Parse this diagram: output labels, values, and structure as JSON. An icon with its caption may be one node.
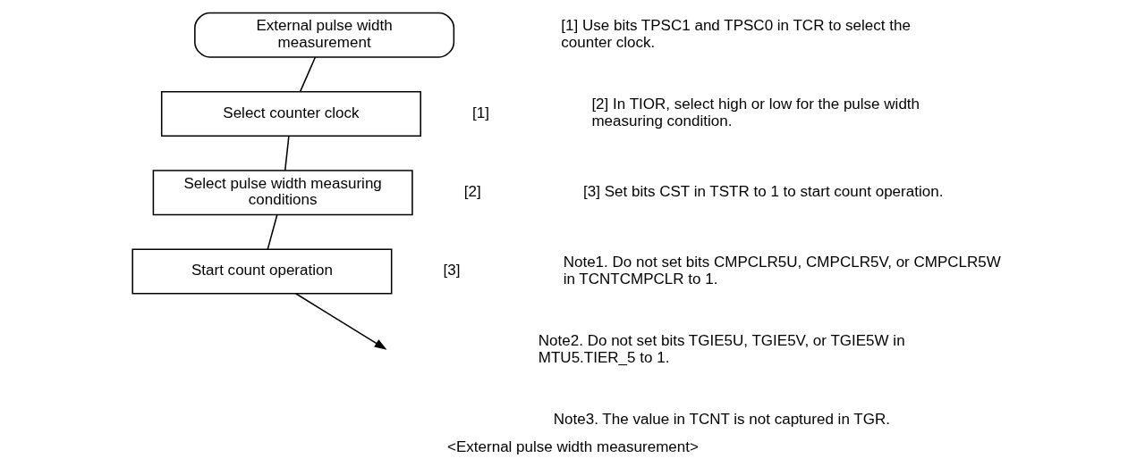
{
  "diagram": {
    "caption": "<External pulse width measurement>",
    "nodes": [
      {
        "text": [
          "External pulse width measurement"
        ]
      },
      {
        "text": [
          "Select counter clock"
        ],
        "beside": [
          "[1]"
        ]
      },
      {
        "text": [
          "Select pulse width measuring conditions"
        ],
        "beside": [
          "[2]"
        ]
      },
      {
        "text": [
          "Start count operation"
        ],
        "beside": [
          "[3]"
        ]
      }
    ],
    "edges": [
      {
        "from": 0,
        "to": 1,
        "arrow": "none"
      },
      {
        "from": 1,
        "to": 2,
        "arrow": "none"
      },
      {
        "from": 2,
        "to": 3,
        "arrow": "none"
      },
      {
        "from": 3,
        "to": null,
        "arrow": "to"
      }
    ],
    "labels": [
      "[1] Use bits TPSC1 and TPSC0 in TCR to select the counter clock.",
      "[2] In TIOR, select high or low for the pulse width measuring condition.",
      "[3] Set bits CST in TSTR to 1 to start count operation.",
      "Note1. Do not set bits CMPCLR5U, CMPCLR5V, or CMPCLR5W in TCNTCMPCLR to 1.",
      "Note2. Do not set bits TGIE5U, TGIE5V, or TGIE5W in MTU5.TIER_5 to 1.",
      "Note3. The value in TCNT is not captured in TGR."
    ]
  }
}
